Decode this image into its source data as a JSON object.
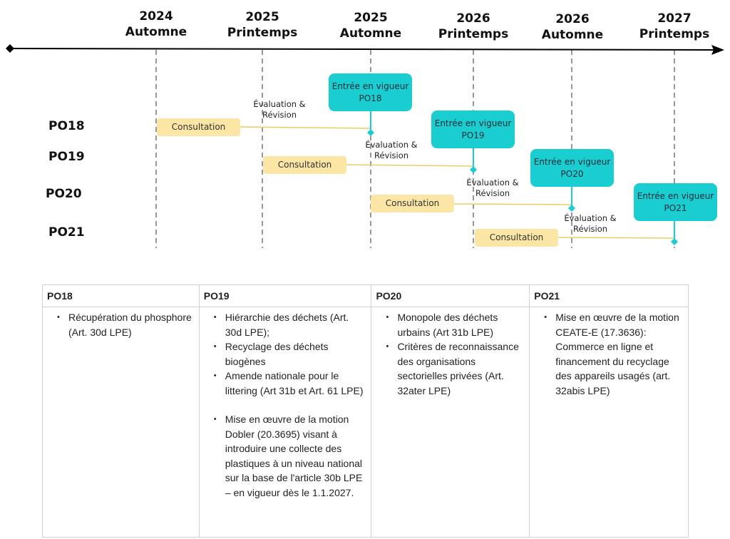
{
  "periods": [
    {
      "year": "2024",
      "season": "Automne"
    },
    {
      "year": "2025",
      "season": "Printemps"
    },
    {
      "year": "2025",
      "season": "Automne"
    },
    {
      "year": "2026",
      "season": "Printemps"
    },
    {
      "year": "2026",
      "season": "Automne"
    },
    {
      "year": "2027",
      "season": "Printemps"
    }
  ],
  "rows": [
    {
      "label": "PO18",
      "consultation": "Consultation",
      "evaluation": [
        "Évaluation &",
        "Révision"
      ],
      "vigueur": [
        "Entrée en vigueur",
        "PO18"
      ]
    },
    {
      "label": "PO19",
      "consultation": "Consultation",
      "evaluation": [
        "Évaluation &",
        "Révision"
      ],
      "vigueur": [
        "Entrée en vigueur",
        "PO19"
      ]
    },
    {
      "label": "PO20",
      "consultation": "Consultation",
      "evaluation": [
        "Évaluation &",
        "Révision"
      ],
      "vigueur": [
        "Entrée en vigueur",
        "PO20"
      ]
    },
    {
      "label": "PO21",
      "consultation": "Consultation",
      "evaluation": [
        "Évaluation &",
        "Révision"
      ],
      "vigueur": [
        "Entrée en vigueur",
        "PO21"
      ]
    }
  ],
  "colors": {
    "consultation": "#fbe6a6",
    "vigueur": "#19cdd1",
    "axis": "#000000",
    "connector": "#f0d060",
    "dashed": "#777777"
  },
  "table": {
    "headers": [
      "PO18",
      "PO19",
      "PO20",
      "PO21"
    ],
    "col0": [
      "Récupération du phosphore (Art. 30d LPE)"
    ],
    "col1": [
      "Hiérarchie des déchets (Art. 30d LPE);",
      "Recyclage des déchets biogènes",
      "Amende nationale pour le littering (Art 31b et Art. 61 LPE)",
      "Mise en œuvre de la motion Dobler (20.3695) visant à introduire une collecte des plastiques à un niveau national sur la base de l'article 30b LPE – en vigueur dès le 1.1.2027."
    ],
    "col2": [
      "Monopole des déchets urbains (Art 31b LPE)",
      "Critères de reconnaissance des organisations sectorielles privées (Art. 32ater LPE)"
    ],
    "col3": [
      "Mise en œuvre de la motion CEATE-E (17.3636): Commerce en ligne et financement du recyclage des appareils usagés (art. 32abis LPE)"
    ]
  }
}
